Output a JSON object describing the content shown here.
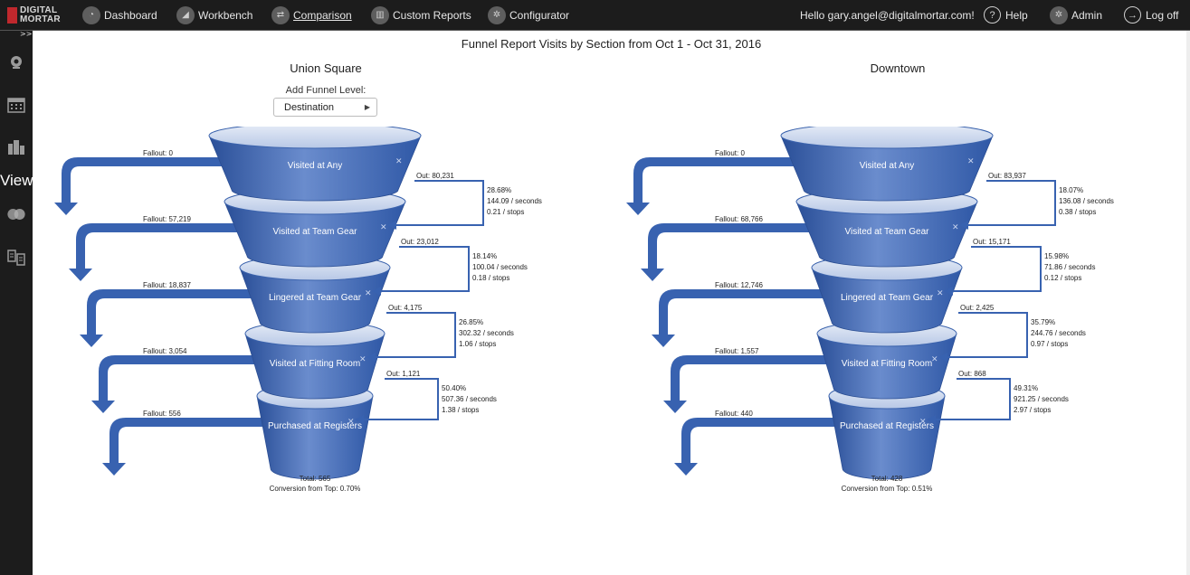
{
  "app": {
    "logo_line1": "DIGITAL",
    "logo_line2": "MORTAR"
  },
  "nav": {
    "items": [
      {
        "label": "Dashboard",
        "icon": "dashboard-icon",
        "active": false
      },
      {
        "label": "Workbench",
        "icon": "workbench-icon",
        "active": false
      },
      {
        "label": "Comparison",
        "icon": "comparison-icon",
        "active": true
      },
      {
        "label": "Custom Reports",
        "icon": "custom-reports-icon",
        "active": false
      },
      {
        "label": "Configurator",
        "icon": "gear-icon",
        "active": false
      }
    ],
    "greeting": "Hello gary.angel@digitalmortar.com!",
    "help": "Help",
    "admin": "Admin",
    "logoff": "Log off"
  },
  "sidebar": {
    "expand": ">>",
    "items": [
      {
        "icon": "webcam-icon"
      },
      {
        "icon": "calendar-icon"
      },
      {
        "icon": "building-icon"
      },
      {
        "icon": "venn-icon"
      },
      {
        "icon": "compare-icon"
      }
    ],
    "view_label": "View"
  },
  "report": {
    "title": "Funnel Report Visits by Section from Oct 1 - Oct 31, 2016",
    "add_level_label": "Add Funnel Level:",
    "add_level_value": "Destination"
  },
  "colors": {
    "funnel_fill": "#3e67b3",
    "funnel_light": "#6a8ccd",
    "arrow": "#3862b0",
    "accent": "#c0282d"
  },
  "chart_data": {
    "type": "funnel",
    "panels": [
      {
        "location": "Union Square",
        "stages": [
          {
            "name": "Visited at Any",
            "fallout": "Fallout: 0",
            "out": "Out: 80,231",
            "pct": "28.68%",
            "seconds": "144.09 / seconds",
            "stops": "0.21 / stops"
          },
          {
            "name": "Visited at Team Gear",
            "fallout": "Fallout: 57,219",
            "out": "Out: 23,012",
            "pct": "18.14%",
            "seconds": "100.04 / seconds",
            "stops": "0.18 / stops"
          },
          {
            "name": "Lingered at Team Gear",
            "fallout": "Fallout: 18,837",
            "out": "Out: 4,175",
            "pct": "26.85%",
            "seconds": "302.32 / seconds",
            "stops": "1.06 / stops"
          },
          {
            "name": "Visited at Fitting Room",
            "fallout": "Fallout: 3,054",
            "out": "Out: 1,121",
            "pct": "50.40%",
            "seconds": "507.36 / seconds",
            "stops": "1.38 / stops"
          },
          {
            "name": "Purchased at Registers",
            "fallout": "Fallout: 556"
          }
        ],
        "total": "Total: 565",
        "conversion": "Conversion from Top: 0.70%"
      },
      {
        "location": "Downtown",
        "stages": [
          {
            "name": "Visited at Any",
            "fallout": "Fallout: 0",
            "out": "Out: 83,937",
            "pct": "18.07%",
            "seconds": "136.08 / seconds",
            "stops": "0.38 / stops"
          },
          {
            "name": "Visited at Team Gear",
            "fallout": "Fallout: 68,766",
            "out": "Out: 15,171",
            "pct": "15.98%",
            "seconds": "71.86 / seconds",
            "stops": "0.12 / stops"
          },
          {
            "name": "Lingered at Team Gear",
            "fallout": "Fallout: 12,746",
            "out": "Out: 2,425",
            "pct": "35.79%",
            "seconds": "244.76 / seconds",
            "stops": "0.97 / stops"
          },
          {
            "name": "Visited at Fitting Room",
            "fallout": "Fallout: 1,557",
            "out": "Out: 868",
            "pct": "49.31%",
            "seconds": "921.25 / seconds",
            "stops": "2.97 / stops"
          },
          {
            "name": "Purchased at Registers",
            "fallout": "Fallout: 440"
          }
        ],
        "total": "Total: 428",
        "conversion": "Conversion from Top: 0.51%"
      }
    ]
  }
}
